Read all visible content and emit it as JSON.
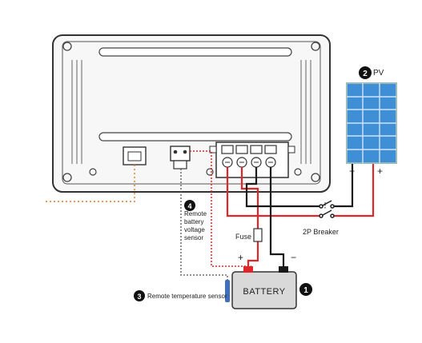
{
  "labels": {
    "pv": "PV",
    "breaker": "2P Breaker",
    "fuse": "Fuse",
    "battery": "BATTERY",
    "temp_sensor": "Remote temperature sensor",
    "voltage_sensor_line1": "Remote",
    "voltage_sensor_line2": "battery",
    "voltage_sensor_line3": "voltage",
    "voltage_sensor_line4": "sensor",
    "plus": "+",
    "minus": "−",
    "pv_minus": "−",
    "pv_plus": "+"
  },
  "badges": {
    "battery": "1",
    "pv": "2",
    "temp_sensor": "3",
    "voltage_sensor": "4"
  },
  "colors": {
    "positive_wire": "#e0262a",
    "negative_wire": "#1a1a1a",
    "sensor_wire_dotted": "#e0262a",
    "temp_wire": "#555555",
    "comm_wire": "#e07a1f",
    "panel_blue": "#3f8fd6",
    "battery_body": "#d9d9d9"
  }
}
